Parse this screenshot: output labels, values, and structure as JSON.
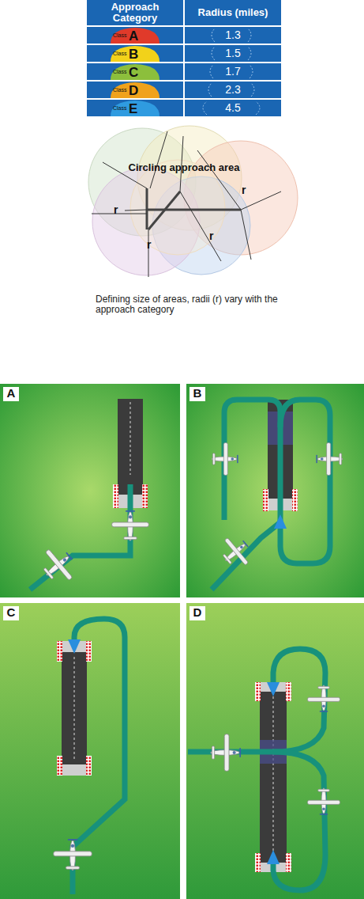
{
  "diagram": {
    "caption": "Defining size of areas, radii (r) vary with the approach category",
    "labels": [
      "Approach Category",
      "Radius (miles)",
      "Class",
      "A",
      "1.3",
      "Class",
      "B",
      "1.5",
      "Class",
      "C",
      "1.7",
      "Class",
      "D",
      "2.3",
      "Class",
      "E",
      "4.5",
      "Circling approach area",
      "r",
      "r",
      "r",
      "r",
      "A",
      "B",
      "C",
      "D"
    ]
  }
}
